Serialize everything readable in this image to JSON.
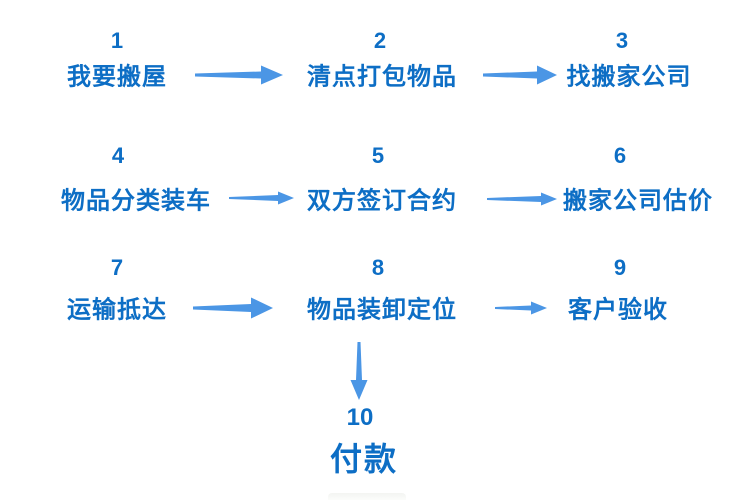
{
  "page": {
    "background": "#ffffff",
    "description": "Moving house process flowchart, 10 numbered steps"
  },
  "colors": {
    "step_text": "#0d6ec5",
    "arrow": "#4b96e5"
  },
  "flowchart": {
    "steps": [
      {
        "number": "1",
        "label": "我要搬屋"
      },
      {
        "number": "2",
        "label": "清点打包物品"
      },
      {
        "number": "3",
        "label": "找搬家公司"
      },
      {
        "number": "4",
        "label": "物品分类装车"
      },
      {
        "number": "5",
        "label": "双方签订合约"
      },
      {
        "number": "6",
        "label": "搬家公司估价"
      },
      {
        "number": "7",
        "label": "运输抵达"
      },
      {
        "number": "8",
        "label": "物品装卸定位"
      },
      {
        "number": "9",
        "label": "客户验收"
      },
      {
        "number": "10",
        "label": "付款"
      }
    ],
    "connections": [
      {
        "from": "1",
        "to": "2",
        "direction": "right"
      },
      {
        "from": "2",
        "to": "3",
        "direction": "right"
      },
      {
        "from": "4",
        "to": "5",
        "direction": "right"
      },
      {
        "from": "5",
        "to": "6",
        "direction": "right"
      },
      {
        "from": "7",
        "to": "8",
        "direction": "right"
      },
      {
        "from": "8",
        "to": "9",
        "direction": "right"
      },
      {
        "from": "8",
        "to": "10",
        "direction": "down"
      }
    ]
  }
}
